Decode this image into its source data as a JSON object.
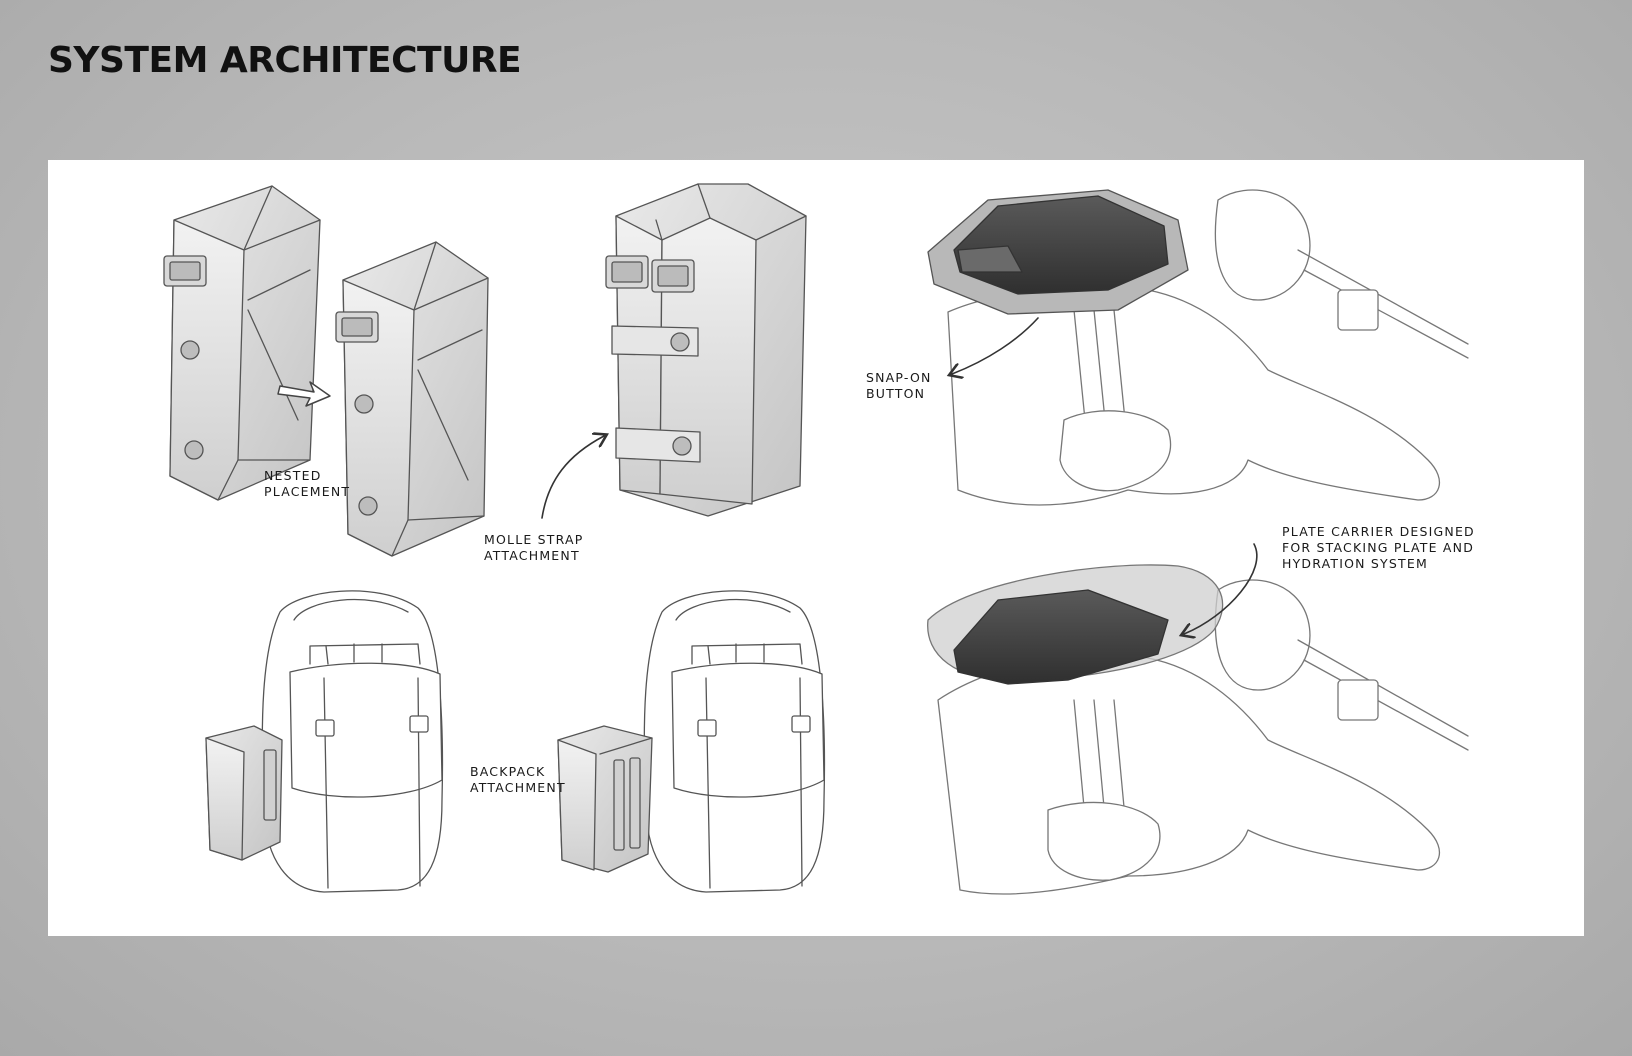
{
  "page": {
    "title": "SYSTEM ARCHITECTURE"
  },
  "callouts": {
    "nested": [
      "NESTED",
      "PLACEMENT"
    ],
    "molle": [
      "MOLLE STRAP",
      "ATTACHMENT"
    ],
    "backpack": [
      "BACKPACK",
      "ATTACHMENT"
    ],
    "snap": [
      "SNAP-ON",
      "BUTTON"
    ],
    "plate": [
      "PLATE CARRIER DESIGNED",
      "FOR STACKING PLATE AND",
      "HYDRATION SYSTEM"
    ]
  },
  "colors": {
    "background": "#bdbdbd",
    "panel": "#ffffff",
    "line": "#555555",
    "module_fill": "#e4e4e4",
    "dark_module": "#4a4a4a"
  }
}
